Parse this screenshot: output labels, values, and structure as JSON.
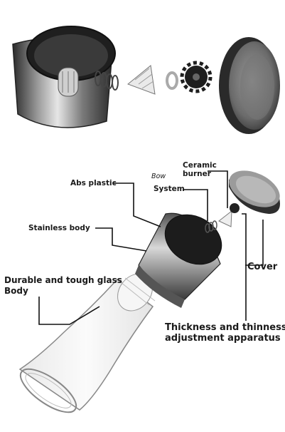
{
  "labels": {
    "ceramic_burner": "Ceramic\nburner",
    "bow": "Bow",
    "system": "System",
    "abs_plastic": "Abs plastic",
    "stainless_body": "Stainless body",
    "durable_glass": "Durable and tough glass",
    "body": "Body",
    "cover": "Cover",
    "thickness_line1": "Thickness and thinness",
    "thickness_line2": "adjustment apparatus"
  },
  "colors": {
    "steel_dark": "#3b3b3b",
    "steel_light": "#d9d9d9",
    "glass": "#f4f4f4",
    "leader": "#111111"
  }
}
